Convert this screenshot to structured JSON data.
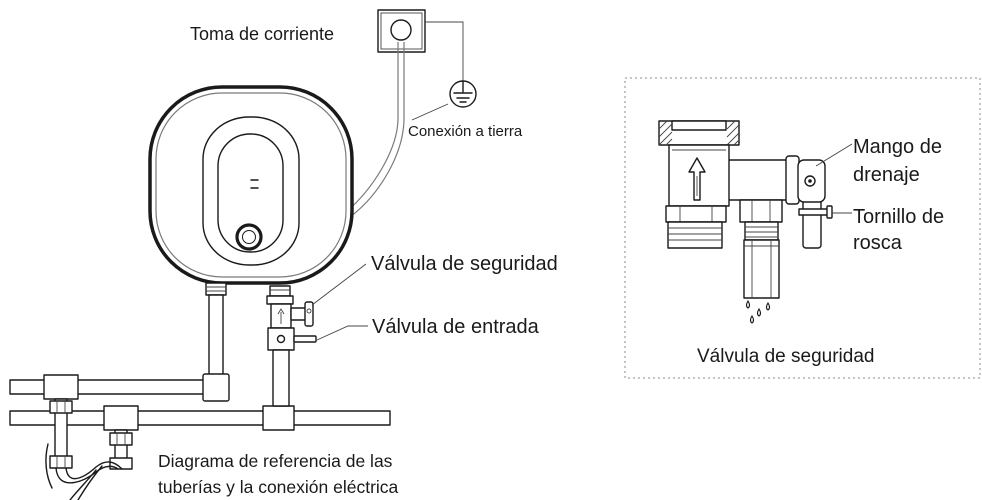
{
  "left_diagram": {
    "outlet_label": "Toma de corriente",
    "ground_label": "Conexión a tierra",
    "safety_valve_label": "Válvula de seguridad",
    "inlet_valve_label": "Válvula de entrada",
    "caption_lines": [
      "Diagrama de referencia de las",
      "tuberías y la conexión eléctrica"
    ]
  },
  "detail_panel": {
    "drain_handle_label_lines": [
      "Mango de",
      "drenaje"
    ],
    "screw_label_lines": [
      "Tornillo de",
      "rosca"
    ],
    "caption": "Válvula de seguridad"
  }
}
